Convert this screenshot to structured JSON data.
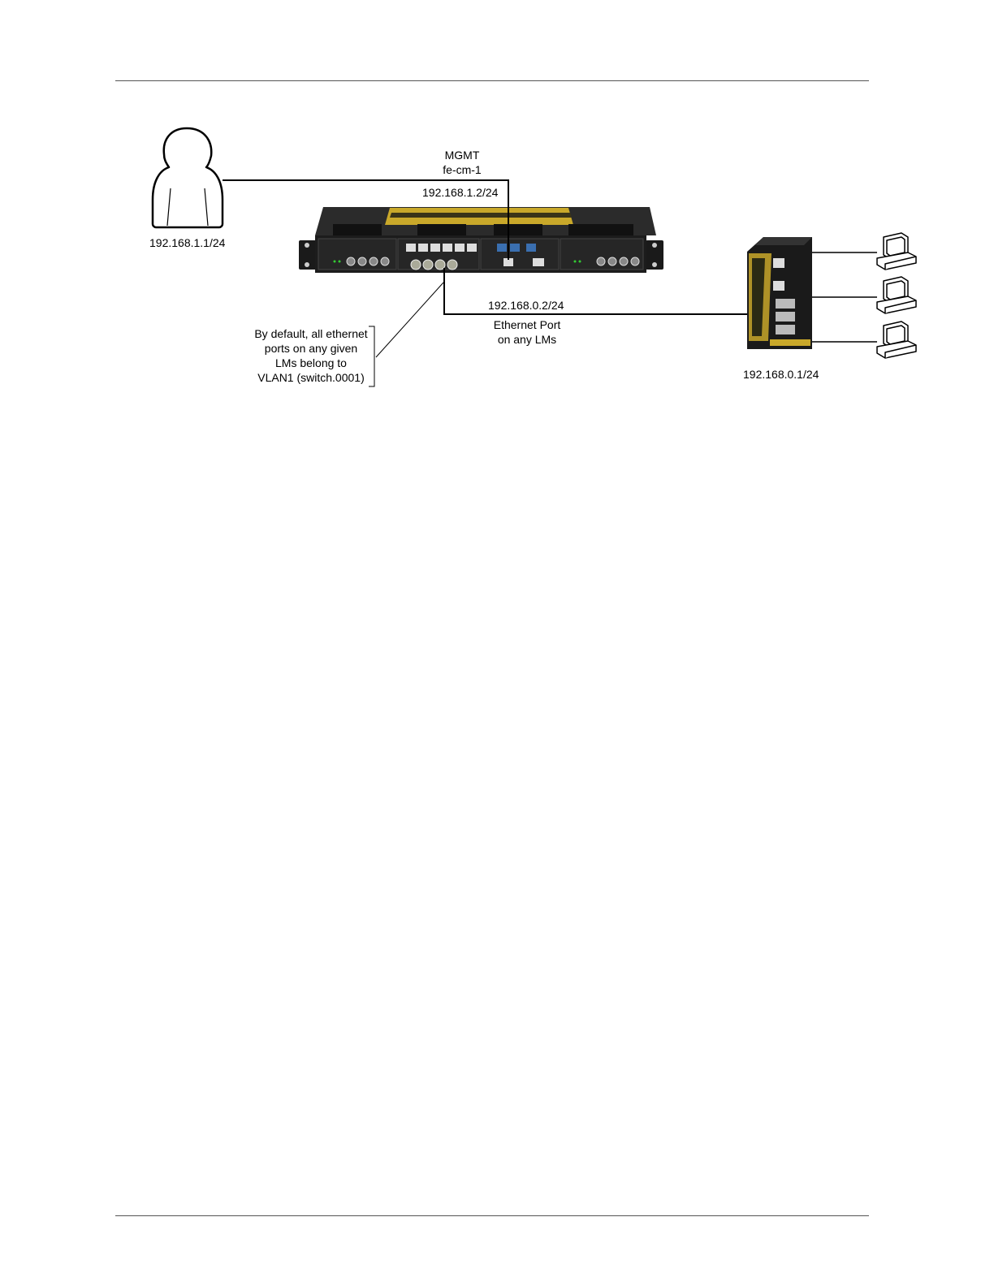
{
  "header_rule": true,
  "footer_rule": true,
  "diagram": {
    "user": {
      "ip": "192.168.1.1/24",
      "icon": "user-icon"
    },
    "mgmt": {
      "line1": "MGMT",
      "line2": "fe-cm-1",
      "ip": "192.168.1.2/24"
    },
    "ethernet": {
      "ip": "192.168.0.2/24",
      "line1": "Ethernet Port",
      "line2": "on any LMs"
    },
    "note": {
      "lines": [
        "By default, all ethernet",
        "ports on any given",
        "LMs belong to",
        "VLAN1 (switch.0001)"
      ]
    },
    "switch": {
      "ip": "192.168.0.1/24",
      "icon": "network-switch-icon"
    },
    "computers": [
      "computer-icon",
      "computer-icon",
      "computer-icon"
    ],
    "colors": {
      "device_body": "#1c1c1c",
      "accent_yellow": "#c9a82a",
      "line": "#000000"
    }
  }
}
